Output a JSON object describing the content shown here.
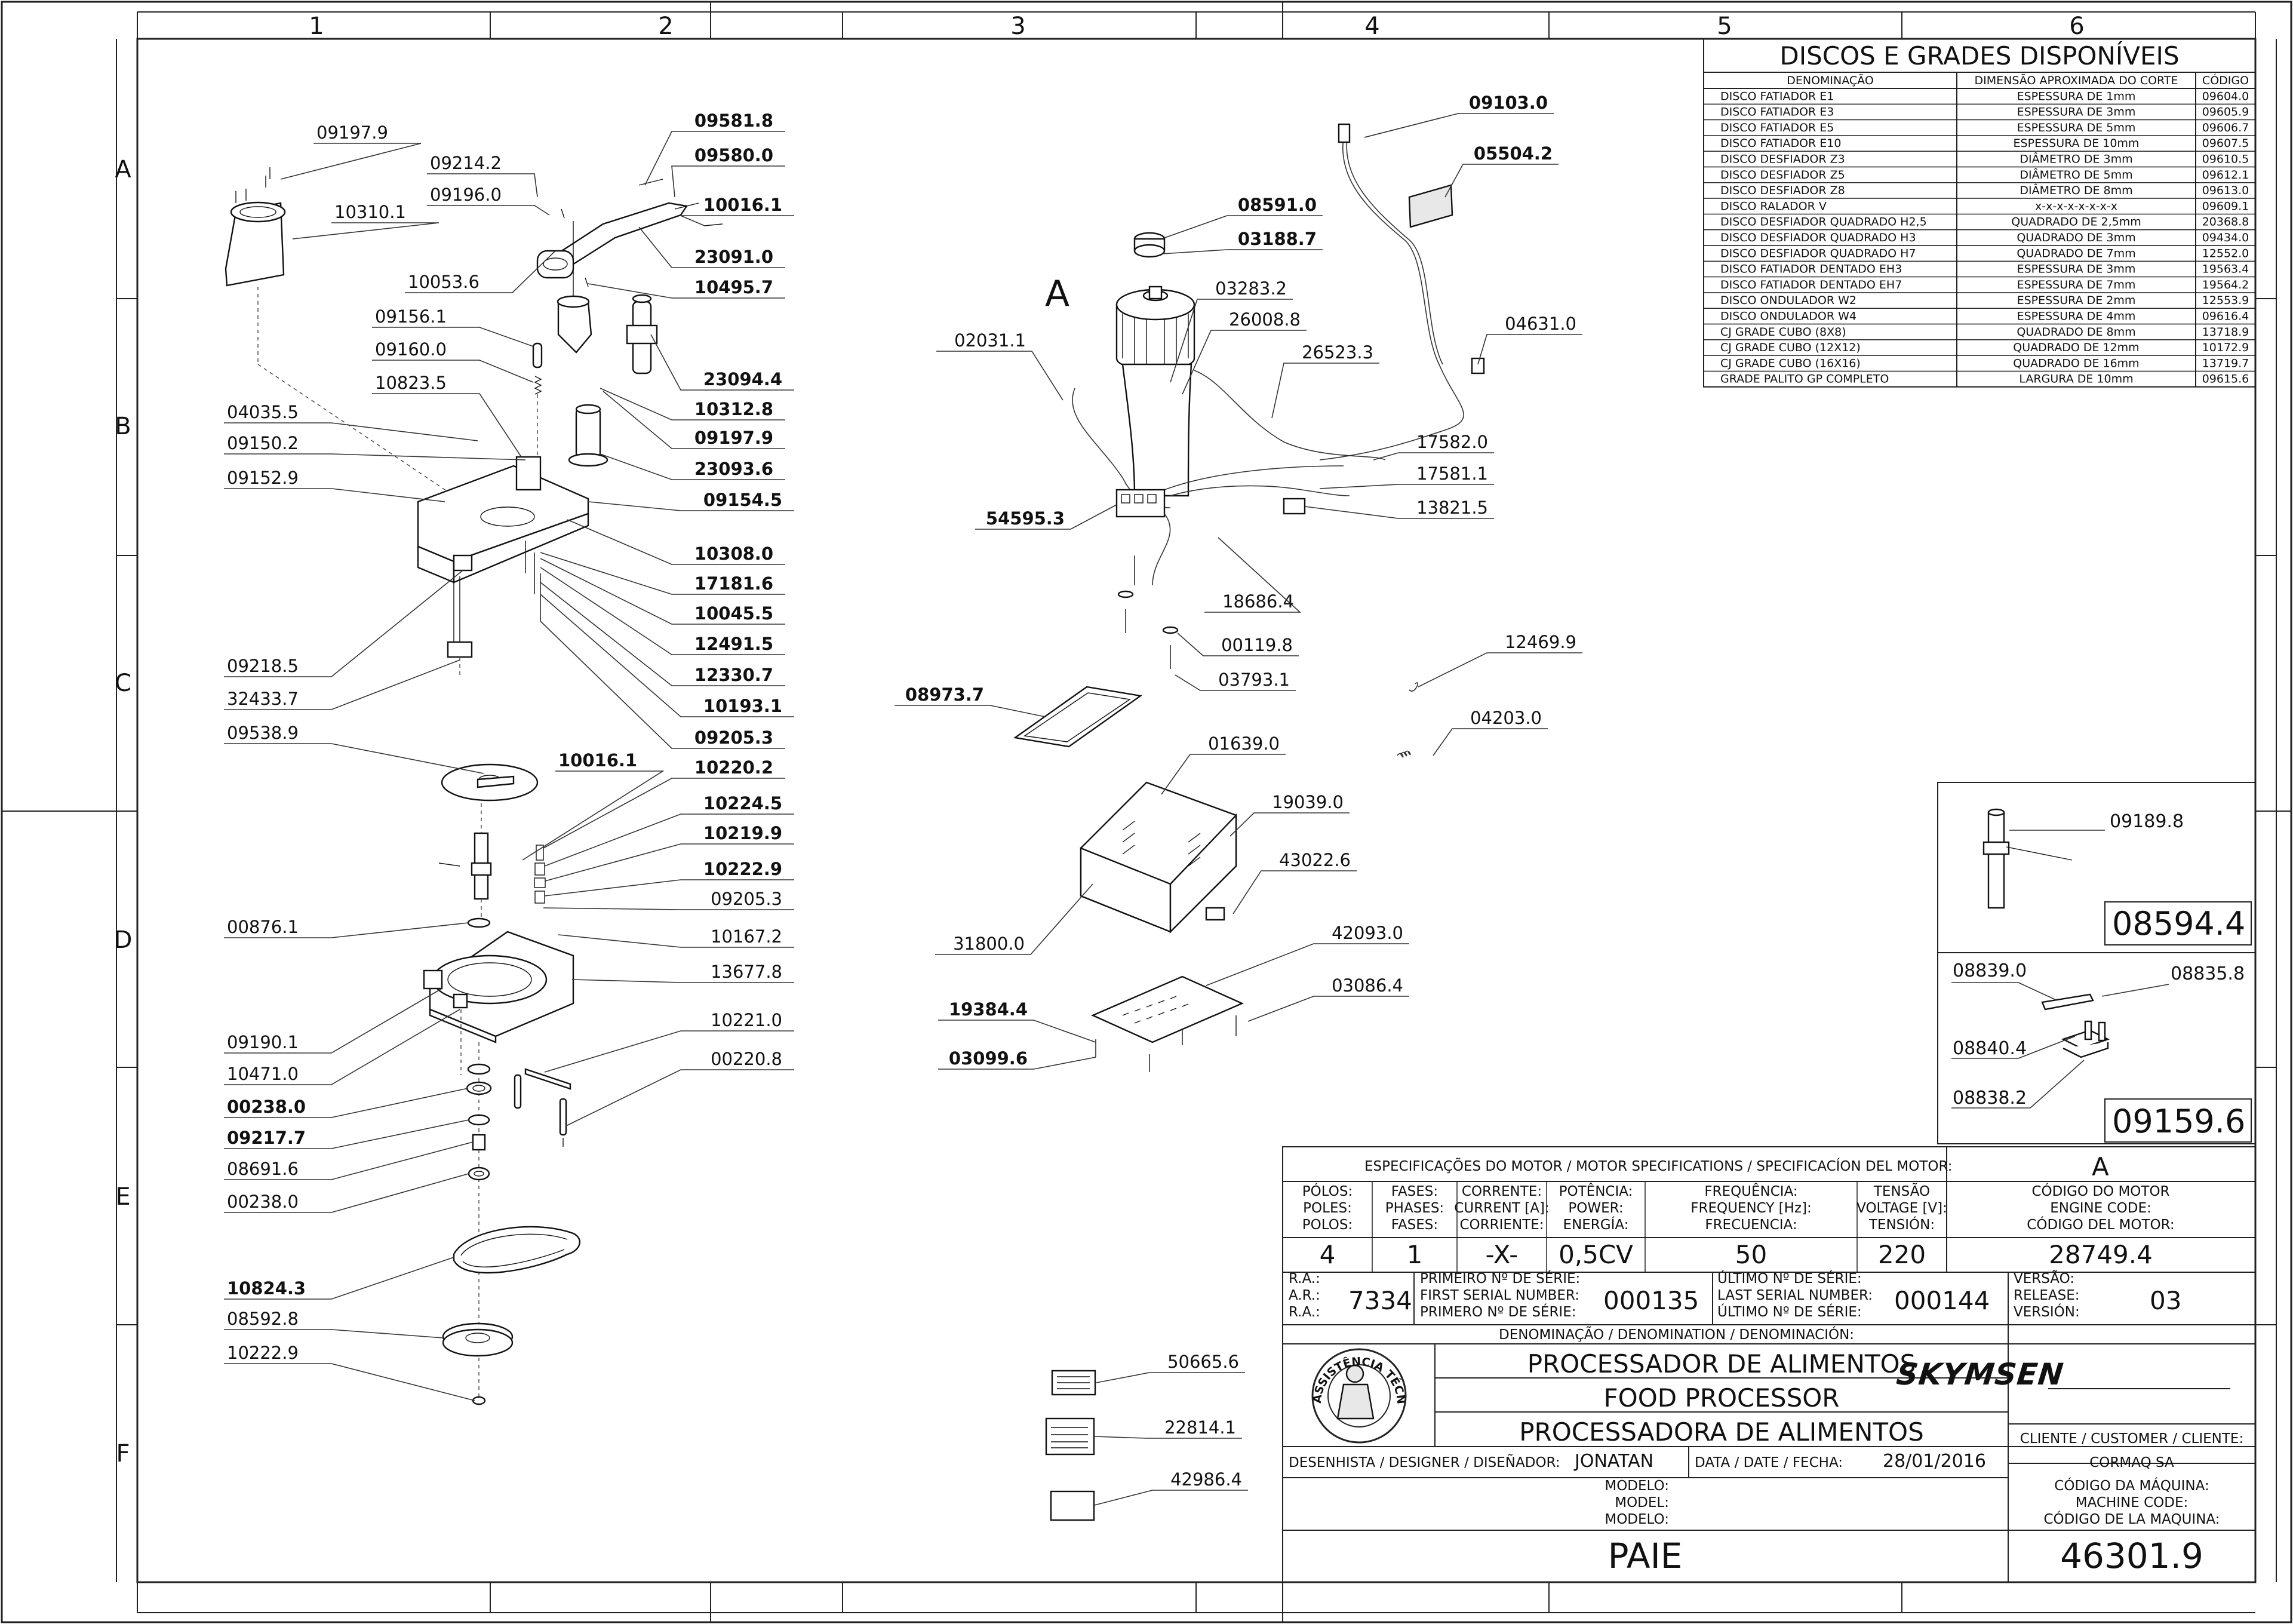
{
  "grid": {
    "cols": [
      "1",
      "2",
      "3",
      "4",
      "5",
      "6"
    ],
    "rows": [
      "A",
      "B",
      "C",
      "D",
      "E",
      "F"
    ]
  },
  "left_callouts": [
    {
      "text": "09197.9",
      "bold": false
    },
    {
      "text": "10310.1",
      "bold": false
    },
    {
      "text": "09214.2",
      "bold": false
    },
    {
      "text": "09196.0",
      "bold": false
    },
    {
      "text": "09581.8",
      "bold": true
    },
    {
      "text": "09580.0",
      "bold": true
    },
    {
      "text": "10016.1",
      "bold": true
    },
    {
      "text": "23091.0",
      "bold": true
    },
    {
      "text": "10053.6",
      "bold": false
    },
    {
      "text": "10495.7",
      "bold": true
    },
    {
      "text": "09156.1",
      "bold": false
    },
    {
      "text": "09160.0",
      "bold": false
    },
    {
      "text": "23094.4",
      "bold": true
    },
    {
      "text": "10823.5",
      "bold": false
    },
    {
      "text": "10312.8",
      "bold": true
    },
    {
      "text": "09197.9",
      "bold": true
    },
    {
      "text": "04035.5",
      "bold": false
    },
    {
      "text": "23093.6",
      "bold": true
    },
    {
      "text": "09150.2",
      "bold": false
    },
    {
      "text": "09152.9",
      "bold": false
    },
    {
      "text": "09154.5",
      "bold": true
    },
    {
      "text": "10308.0",
      "bold": true
    },
    {
      "text": "17181.6",
      "bold": true
    },
    {
      "text": "10045.5",
      "bold": true
    },
    {
      "text": "12491.5",
      "bold": true
    },
    {
      "text": "09218.5",
      "bold": false
    },
    {
      "text": "12330.7",
      "bold": true
    },
    {
      "text": "32433.7",
      "bold": false
    },
    {
      "text": "10193.1",
      "bold": true
    },
    {
      "text": "09205.3",
      "bold": true
    },
    {
      "text": "09538.9",
      "bold": false
    },
    {
      "text": "10016.1",
      "bold": true
    },
    {
      "text": "10220.2",
      "bold": true
    },
    {
      "text": "10224.5",
      "bold": true
    },
    {
      "text": "10219.9",
      "bold": true
    },
    {
      "text": "10222.9",
      "bold": true
    },
    {
      "text": "00876.1",
      "bold": false
    },
    {
      "text": "09205.3",
      "bold": false
    },
    {
      "text": "10167.2",
      "bold": false
    },
    {
      "text": "13677.8",
      "bold": false
    },
    {
      "text": "10221.0",
      "bold": false
    },
    {
      "text": "09190.1",
      "bold": false
    },
    {
      "text": "00220.8",
      "bold": false
    },
    {
      "text": "10471.0",
      "bold": false
    },
    {
      "text": "00238.0",
      "bold": true
    },
    {
      "text": "09217.7",
      "bold": true
    },
    {
      "text": "08691.6",
      "bold": false
    },
    {
      "text": "00238.0",
      "bold": false
    },
    {
      "text": "10824.3",
      "bold": true
    },
    {
      "text": "08592.8",
      "bold": false
    },
    {
      "text": "10222.9",
      "bold": false
    }
  ],
  "middle_callouts": [
    {
      "text": "09103.0",
      "bold": true
    },
    {
      "text": "05504.2",
      "bold": true
    },
    {
      "text": "08591.0",
      "bold": true
    },
    {
      "text": "03188.7",
      "bold": true
    },
    {
      "text": "03283.2",
      "bold": false
    },
    {
      "text": "26008.8",
      "bold": false
    },
    {
      "text": "02031.1",
      "bold": false
    },
    {
      "text": "26523.3",
      "bold": false
    },
    {
      "text": "04631.0",
      "bold": false
    },
    {
      "text": "17582.0",
      "bold": false
    },
    {
      "text": "17581.1",
      "bold": false
    },
    {
      "text": "13821.5",
      "bold": false
    },
    {
      "text": "54595.3",
      "bold": true
    },
    {
      "text": "18686.4",
      "bold": false
    },
    {
      "text": "00119.8",
      "bold": false
    },
    {
      "text": "03793.1",
      "bold": false
    },
    {
      "text": "12469.9",
      "bold": false
    },
    {
      "text": "08973.7",
      "bold": true
    },
    {
      "text": "04203.0",
      "bold": false
    },
    {
      "text": "01639.0",
      "bold": false
    },
    {
      "text": "19039.0",
      "bold": false
    },
    {
      "text": "43022.6",
      "bold": false
    },
    {
      "text": "31800.0",
      "bold": false
    },
    {
      "text": "42093.0",
      "bold": false
    },
    {
      "text": "03086.4",
      "bold": false
    },
    {
      "text": "19384.4",
      "bold": true
    },
    {
      "text": "03099.6",
      "bold": true
    },
    {
      "text": "50665.6",
      "bold": false
    },
    {
      "text": "22814.1",
      "bold": false
    },
    {
      "text": "42986.4",
      "bold": false
    }
  ],
  "motor_marker": "A",
  "discs_table": {
    "title": "DISCOS E GRADES DISPONÍVEIS",
    "headers": [
      "DENOMINAÇÃO",
      "DIMENSÃO APROXIMADA DO CORTE",
      "CÓDIGO"
    ],
    "rows": [
      [
        "DISCO FATIADOR E1",
        "ESPESSURA DE 1mm",
        "09604.0"
      ],
      [
        "DISCO FATIADOR E3",
        "ESPESSURA DE 3mm",
        "09605.9"
      ],
      [
        "DISCO FATIADOR E5",
        "ESPESSURA DE 5mm",
        "09606.7"
      ],
      [
        "DISCO FATIADOR E10",
        "ESPESSURA DE 10mm",
        "09607.5"
      ],
      [
        "DISCO DESFIADOR Z3",
        "DIÂMETRO DE 3mm",
        "09610.5"
      ],
      [
        "DISCO DESFIADOR Z5",
        "DIÂMETRO DE 5mm",
        "09612.1"
      ],
      [
        "DISCO DESFIADOR Z8",
        "DIÂMETRO DE 8mm",
        "09613.0"
      ],
      [
        "DISCO RALADOR V",
        "x-x-x-x-x-x-x-x",
        "09609.1"
      ],
      [
        "DISCO DESFIADOR QUADRADO H2,5",
        "QUADRADO DE 2,5mm",
        "20368.8"
      ],
      [
        "DISCO DESFIADOR QUADRADO H3",
        "QUADRADO DE 3mm",
        "09434.0"
      ],
      [
        "DISCO DESFIADOR QUADRADO H7",
        "QUADRADO DE 7mm",
        "12552.0"
      ],
      [
        "DISCO FATIADOR DENTADO EH3",
        "ESPESSURA DE 3mm",
        "19563.4"
      ],
      [
        "DISCO FATIADOR DENTADO EH7",
        "ESPESSURA DE 7mm",
        "19564.2"
      ],
      [
        "DISCO ONDULADOR W2",
        "ESPESSURA DE 2mm",
        "12553.9"
      ],
      [
        "DISCO ONDULADOR W4",
        "ESPESSURA DE 4mm",
        "09616.4"
      ],
      [
        "CJ GRADE CUBO (8X8)",
        "QUADRADO DE 8mm",
        "13718.9"
      ],
      [
        "CJ GRADE CUBO (12X12)",
        "QUADRADO DE 12mm",
        "10172.9"
      ],
      [
        "CJ GRADE CUBO (16X16)",
        "QUADRADO DE 16mm",
        "13719.7"
      ],
      [
        "GRADE PALITO GP COMPLETO",
        "LARGURA DE 10mm",
        "09615.6"
      ]
    ]
  },
  "detail_boxes": {
    "top": {
      "callout": "09189.8",
      "code": "08594.4"
    },
    "bottom": {
      "callouts": [
        "08839.0",
        "08835.8",
        "08840.4",
        "08838.2"
      ],
      "code": "09159.6"
    }
  },
  "motor_spec": {
    "title": "ESPECIFICAÇÕES DO MOTOR / MOTOR SPECIFICATIONS / SPECIFICACÍON DEL MOTOR:",
    "marker": "A",
    "columns": [
      {
        "l1": "PÓLOS:",
        "l2": "POLES:",
        "l3": "POLOS:",
        "value": "4"
      },
      {
        "l1": "FASES:",
        "l2": "PHASES:",
        "l3": "FASES:",
        "value": "1"
      },
      {
        "l1": "CORRENTE:",
        "l2": "CURRENT [A]:",
        "l3": "CORRIENTE:",
        "value": "-X-"
      },
      {
        "l1": "POTÊNCIA:",
        "l2": "POWER:",
        "l3": "ENERGÍA:",
        "value": "0,5CV"
      },
      {
        "l1": "FREQUÊNCIA:",
        "l2": "FREQUENCY [Hz]:",
        "l3": "FRECUENCIA:",
        "value": "50"
      },
      {
        "l1": "TENSÃO",
        "l2": "VOLTAGE [V]:",
        "l3": "TENSIÓN:",
        "value": "220"
      }
    ],
    "motor_code": {
      "l1": "CÓDIGO DO MOTOR",
      "l2": "ENGINE CODE:",
      "l3": "CÓDIGO DEL MOTOR:",
      "value": "28749.4"
    }
  },
  "title_block": {
    "ra_labels": [
      "R.A.:",
      "A.R.:",
      "R.A.:"
    ],
    "ra_value": "7334",
    "first_serial_labels": [
      "PRIMEIRO Nº DE SÉRIE:",
      "FIRST SERIAL NUMBER:",
      "PRIMERO Nº DE SÉRIE:"
    ],
    "first_serial": "000135",
    "last_serial_labels": [
      "ÚLTIMO Nº DE SÉRIE:",
      "LAST SERIAL NUMBER:",
      "ÚLTIMO Nº DE SÉRIE:"
    ],
    "last_serial": "000144",
    "version_labels": [
      "VERSÃO:",
      "RELEASE:",
      "VERSIÓN:"
    ],
    "version": "03",
    "denomination_label": "DENOMINAÇÃO / DENOMINATION / DENOMINACIÓN:",
    "names": [
      "PROCESSADOR DE ALIMENTOS",
      "FOOD PROCESSOR",
      "PROCESSADORA DE ALIMENTOS"
    ],
    "seal_text": "ASSISTÊNCIA TÉCNICA AUTORIZADA",
    "brand": "SKYMSEN",
    "client_label": "CLIENTE / CUSTOMER / CLIENTE:",
    "client": "CORMAQ SA",
    "designer_label": "DESENHISTA / DESIGNER / DISEÑADOR:",
    "designer": "JONATAN",
    "date_label": "DATA / DATE / FECHA:",
    "date": "28/01/2016",
    "model_labels": [
      "MODELO:",
      "MODEL:",
      "MODELO:"
    ],
    "machine_code_labels": [
      "CÓDIGO DA MÁQUINA:",
      "MACHINE CODE:",
      "CÓDIGO DE LA MAQUINA:"
    ],
    "model": "PAIE",
    "machine_code": "46301.9"
  }
}
